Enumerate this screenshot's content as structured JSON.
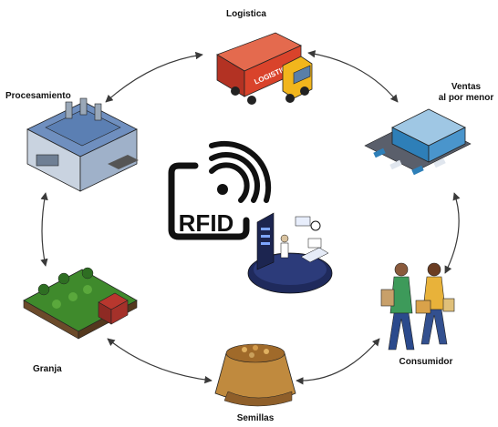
{
  "stages": {
    "logistics": "Logistica",
    "retail_line1": "Ventas",
    "retail_line2": "al por menor",
    "consumer": "Consumidor",
    "seeds": "Semillas",
    "farm": "Granja",
    "processing": "Procesamiento"
  },
  "center": {
    "rfid_text": "RFID"
  },
  "truck": {
    "trailer_text": "LOGISTICS"
  },
  "colors": {
    "arrow": "#3a3a3a",
    "rfid_black": "#111111",
    "truck_trailer": "#d9432b",
    "truck_cab": "#f2b61c",
    "factory_roof": "#5b7fb3",
    "factory_wall": "#c9d3e0",
    "store_blue": "#2e7fb8",
    "farm_green": "#3f8a2c",
    "barn_red": "#b8372e",
    "seed_sack": "#c08a3e",
    "lab_navy": "#1f2a5c",
    "consumer_yellow": "#e8b23a"
  },
  "icons": [
    "truck-icon",
    "factory-icon",
    "store-icon",
    "shoppers-icon",
    "seed-sack-icon",
    "farm-icon",
    "rfid-icon",
    "lab-icon"
  ]
}
